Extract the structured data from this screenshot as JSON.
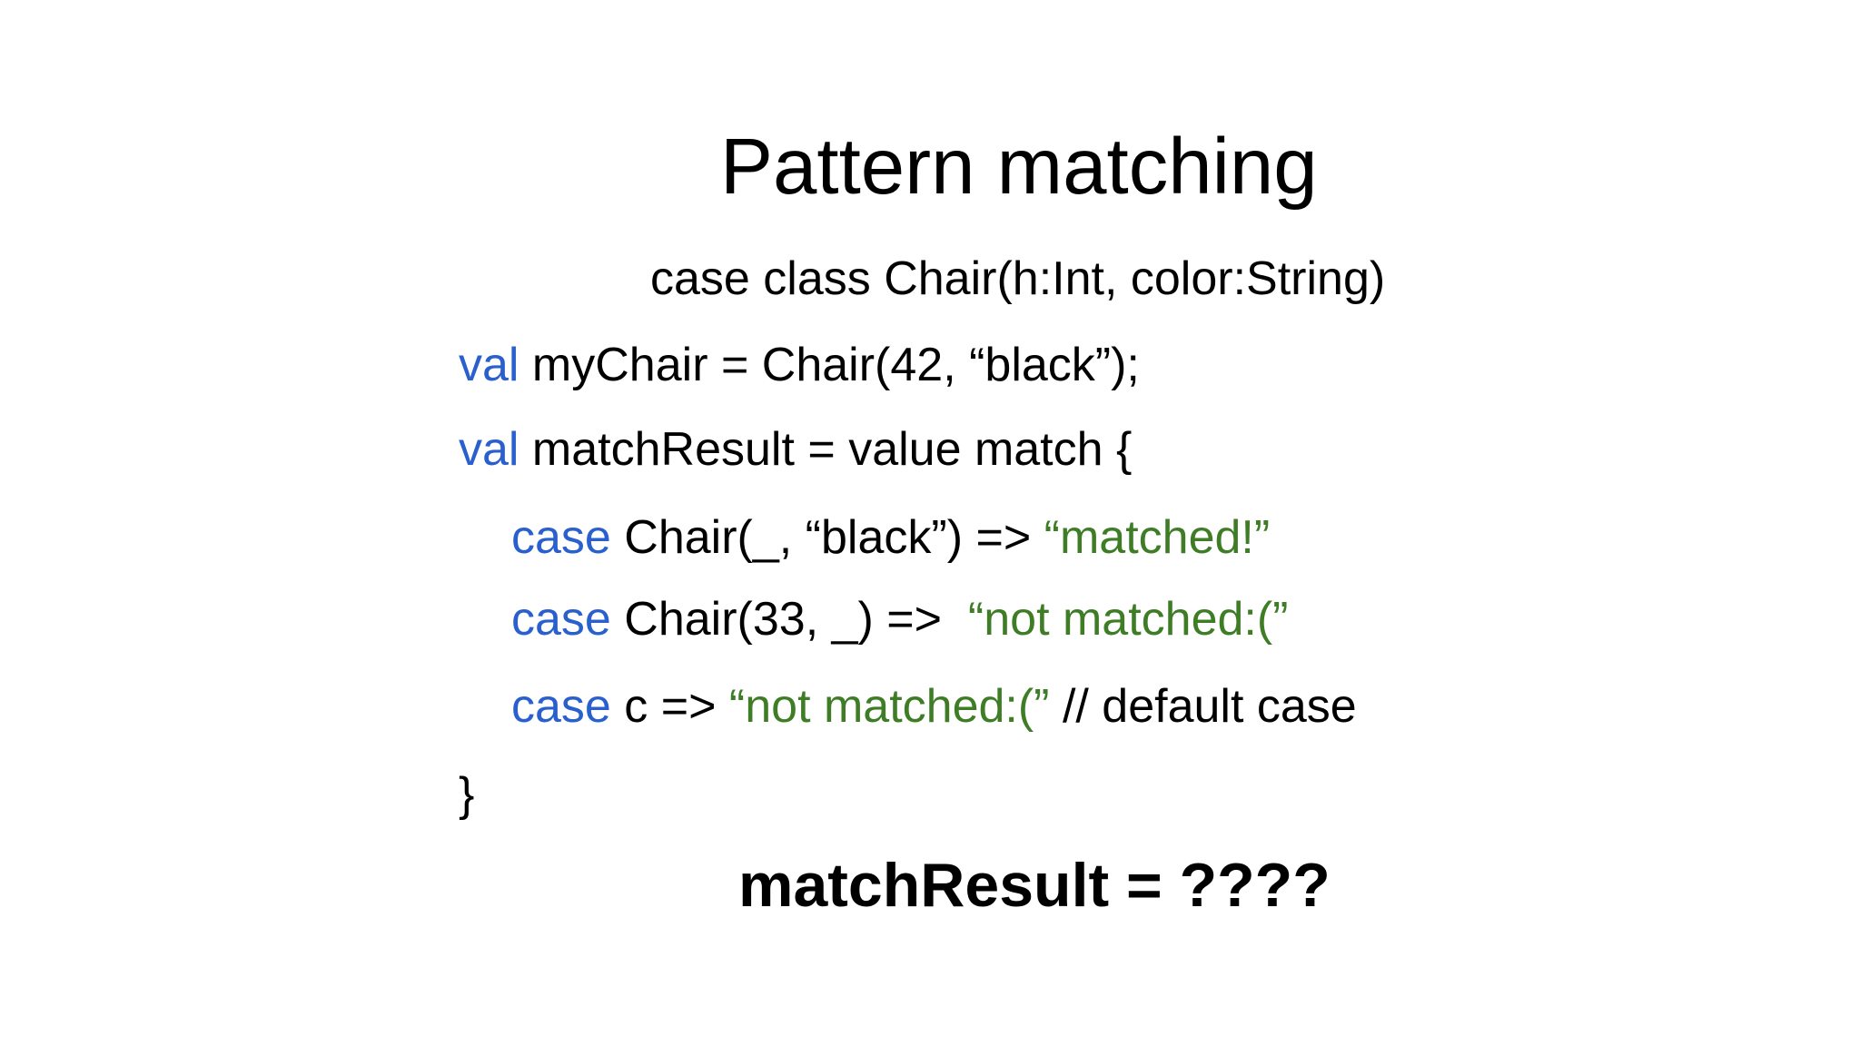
{
  "slide": {
    "title": "Pattern matching",
    "colors": {
      "keyword_blue": "#2a5fce",
      "string_green": "#3e7d26",
      "text_black": "#000000",
      "background": "#ffffff"
    },
    "code": {
      "declaration": "case class Chair(h:Int, color:String)",
      "val_mychair": {
        "keyword": "val",
        "rest": " myChair = Chair(42, “black”);"
      },
      "val_matchresult": {
        "keyword": "val",
        "rest": " matchResult = value match {"
      },
      "case_black": {
        "keyword": "case",
        "pattern": " Chair(_, “black”) => ",
        "result": "“matched!”"
      },
      "case_33": {
        "keyword": "case",
        "pattern": " Chair(33, _) =>  ",
        "result": "“not matched:(”"
      },
      "case_default": {
        "keyword": "case",
        "pattern": " c => ",
        "result": "“not matched:(”",
        "comment": " // default case"
      },
      "closing_brace": "}"
    },
    "question": "matchResult = ????"
  }
}
